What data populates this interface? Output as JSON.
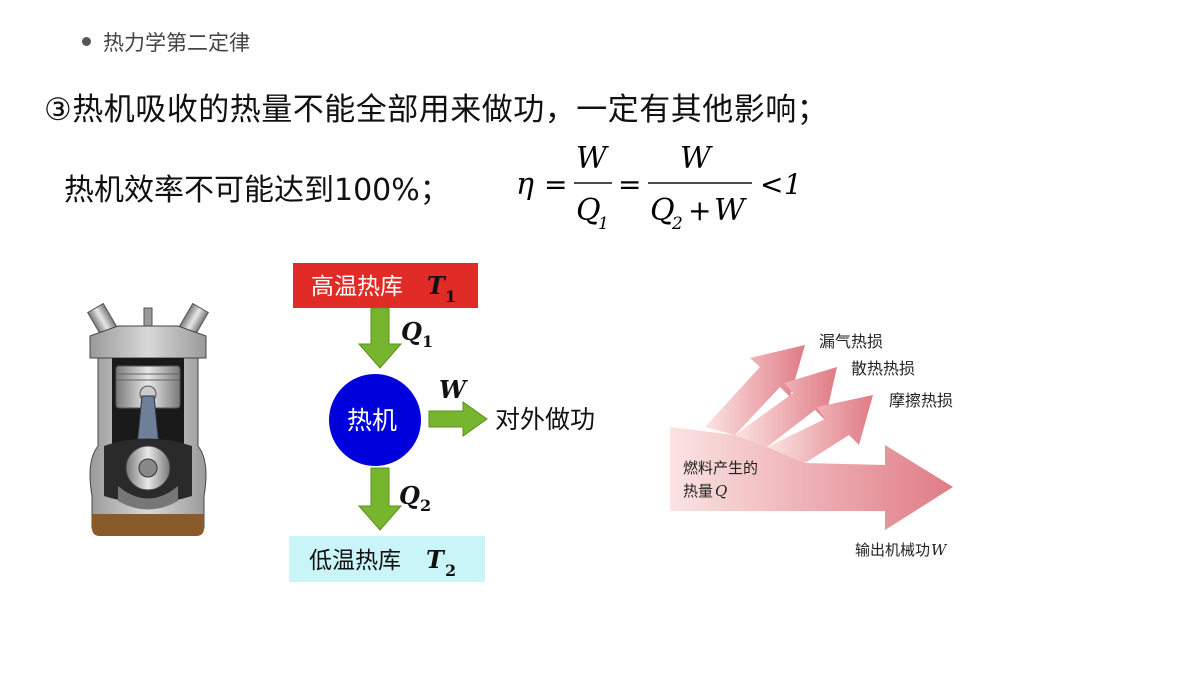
{
  "header": {
    "bullet_text": "热力学第二定律"
  },
  "statement": "③热机吸收的热量不能全部用来做功，一定有其他影响；",
  "efficiency_text": "热机效率不可能达到100%；",
  "formula": {
    "eta": "η",
    "equals": "=",
    "frac1_num": "W",
    "frac1_den": "Q",
    "frac1_den_sub": "1",
    "frac2_num": "W",
    "frac2_den_q": "Q",
    "frac2_den_sub": "2",
    "frac2_den_plus": "+",
    "frac2_den_w": "W",
    "less_than": "<",
    "one": "1"
  },
  "diagram": {
    "high_reservoir": "高温热库",
    "high_symbol": "T",
    "high_sub": "1",
    "q1_symbol": "Q",
    "q1_sub": "1",
    "engine_label": "热机",
    "w_symbol": "W",
    "work_label": "对外做功",
    "q2_symbol": "Q",
    "q2_sub": "2",
    "low_reservoir": "低温热库",
    "low_symbol": "T",
    "low_sub": "2",
    "colors": {
      "high": "#e02b26",
      "low": "#c9f4f8",
      "engine": "#0000dd",
      "arrow": "#77b52e"
    }
  },
  "sankey": {
    "input_line1": "燃料产生的",
    "input_line2": "热量",
    "input_symbol": "Q",
    "loss1": "漏气热损",
    "loss2": "散热热损",
    "loss3": "摩擦热损",
    "output": "输出机械功",
    "output_symbol": "W"
  }
}
